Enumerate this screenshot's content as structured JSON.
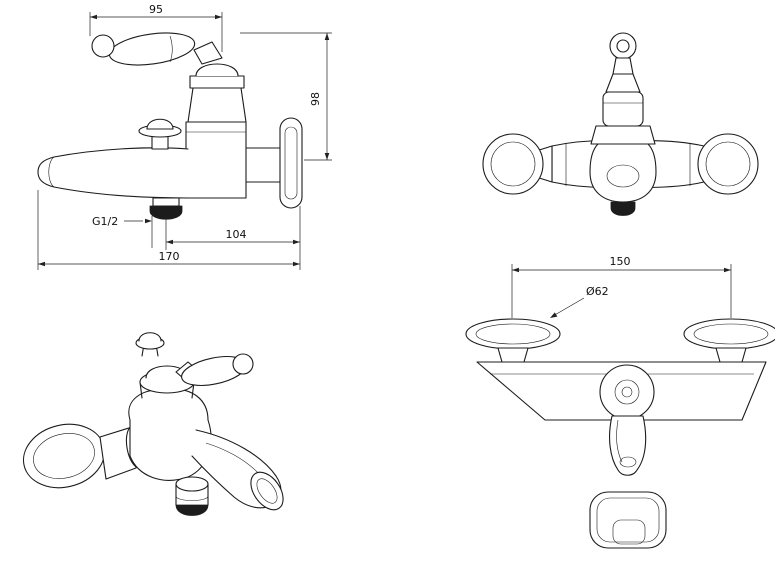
{
  "drawing": {
    "line_color": "#1c1c1c",
    "views": {
      "side": {
        "dim_handle_width": "95",
        "dim_height": "98",
        "thread_label": "G1/2",
        "dim_outlet_to_wall": "104",
        "dim_spout_reach": "170"
      },
      "top": {
        "dim_flange_spacing": "150",
        "dim_flange_diameter": "Ø62"
      }
    }
  }
}
